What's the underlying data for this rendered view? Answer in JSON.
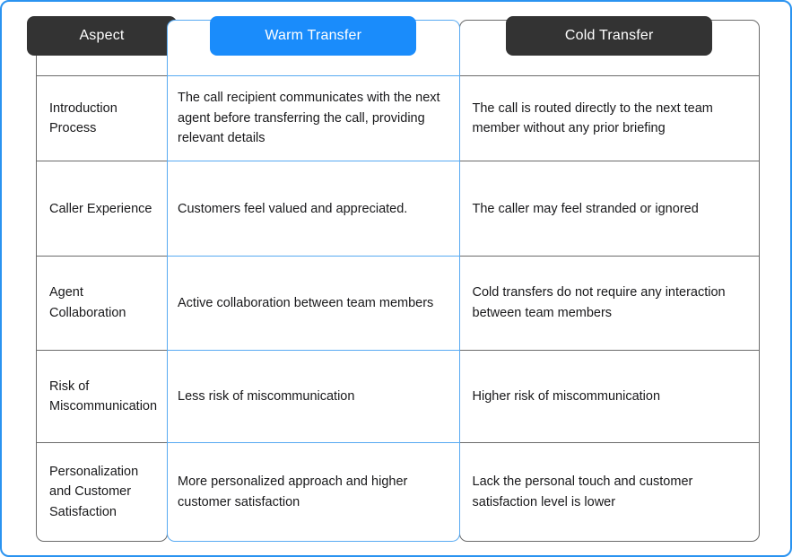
{
  "colors": {
    "accent": "#1a8cfb",
    "accent_border": "#58aaf2",
    "header_dark": "#333333",
    "grid": "#6b6b6b",
    "page_border": "#2a93f0",
    "text": "#18181a"
  },
  "table": {
    "headers": [
      {
        "label": "Aspect",
        "style": "dark"
      },
      {
        "label": "Warm Transfer",
        "style": "accent"
      },
      {
        "label": "Cold Transfer",
        "style": "dark"
      }
    ],
    "rows": [
      {
        "aspect": "Introduction Process",
        "warm": "The call recipient communicates with the next agent before transferring the call, providing relevant details",
        "cold": "The call is routed directly to the next team member without any prior briefing"
      },
      {
        "aspect": "Caller Experience",
        "warm": "Customers feel valued and appreciated.",
        "cold": "The caller may feel stranded or ignored"
      },
      {
        "aspect": "Agent Collaboration",
        "warm": "Active collaboration between team members",
        "cold": "Cold transfers do not require any interaction between team members"
      },
      {
        "aspect": "Risk of Miscommunication",
        "warm": "Less risk of miscommunication",
        "cold": "Higher risk of miscommunication"
      },
      {
        "aspect": "Personalization and Customer Satisfaction",
        "warm": "More personalized approach and higher customer satisfaction",
        "cold": "Lack the personal touch and customer satisfaction level is lower"
      }
    ]
  }
}
